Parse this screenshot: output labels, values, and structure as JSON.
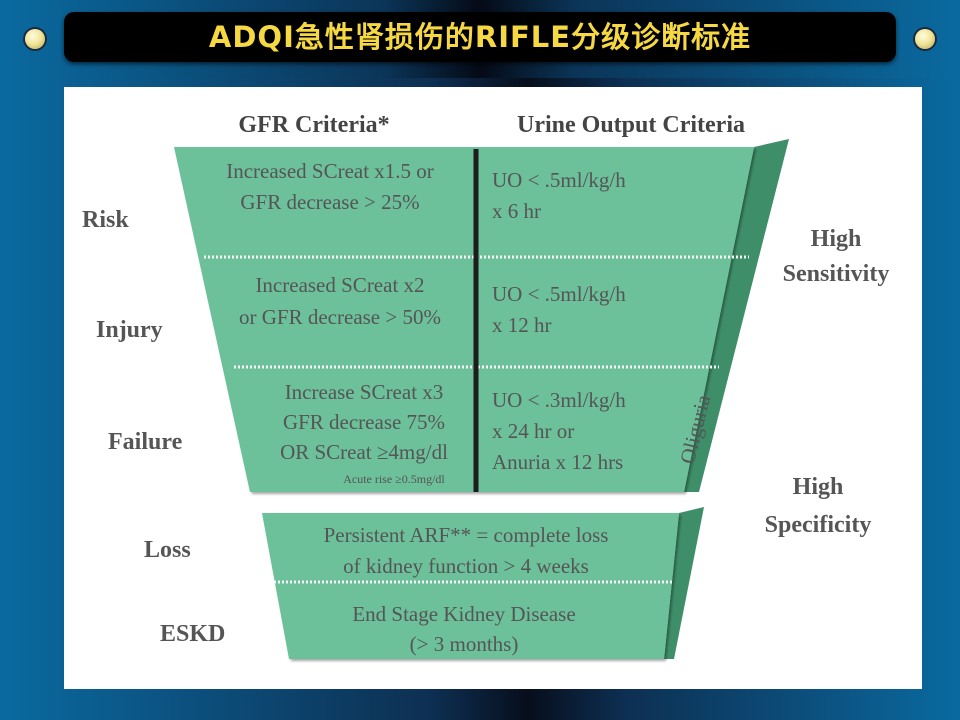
{
  "slide": {
    "title": "ADQI急性肾损伤的RIFLE分级诊断标准"
  },
  "diagram": {
    "headers": {
      "gfr": "GFR Criteria*",
      "urine": "Urine Output Criteria"
    },
    "stages": {
      "risk": "Risk",
      "injury": "Injury",
      "failure": "Failure",
      "loss": "Loss",
      "eskd": "ESKD"
    },
    "gfr_criteria": {
      "risk": [
        "Increased SCreat x1.5 or",
        "GFR decrease > 25%"
      ],
      "injury": [
        "Increased SCreat x2",
        "or GFR decrease > 50%"
      ],
      "failure": [
        "Increase SCreat x3",
        "GFR decrease 75%",
        "OR SCreat ≥4mg/dl"
      ],
      "failure_note": "Acute rise ≥0.5mg/dl"
    },
    "urine_criteria": {
      "risk": [
        "UO < .5ml/kg/h",
        "x 6 hr"
      ],
      "injury": [
        "UO < .5ml/kg/h",
        "x 12 hr"
      ],
      "failure": [
        "UO < .3ml/kg/h",
        "x 24 hr or",
        "Anuria x 12 hrs"
      ]
    },
    "oliguria_label": "Oliguria",
    "outcome_criteria": {
      "loss": [
        "Persistent ARF** = complete loss",
        "of kidney function > 4 weeks"
      ],
      "eskd": [
        "End Stage Kidney Disease",
        "(> 3 months)"
      ]
    },
    "side_labels": {
      "sensitivity": [
        "High",
        "Sensitivity"
      ],
      "specificity": [
        "High",
        "Specificity"
      ]
    },
    "colors": {
      "funnel_fill": "#6cc09a",
      "funnel_side": "#3e8f69",
      "divider": "#1d1d1d",
      "title_text": "#f5d842"
    }
  }
}
